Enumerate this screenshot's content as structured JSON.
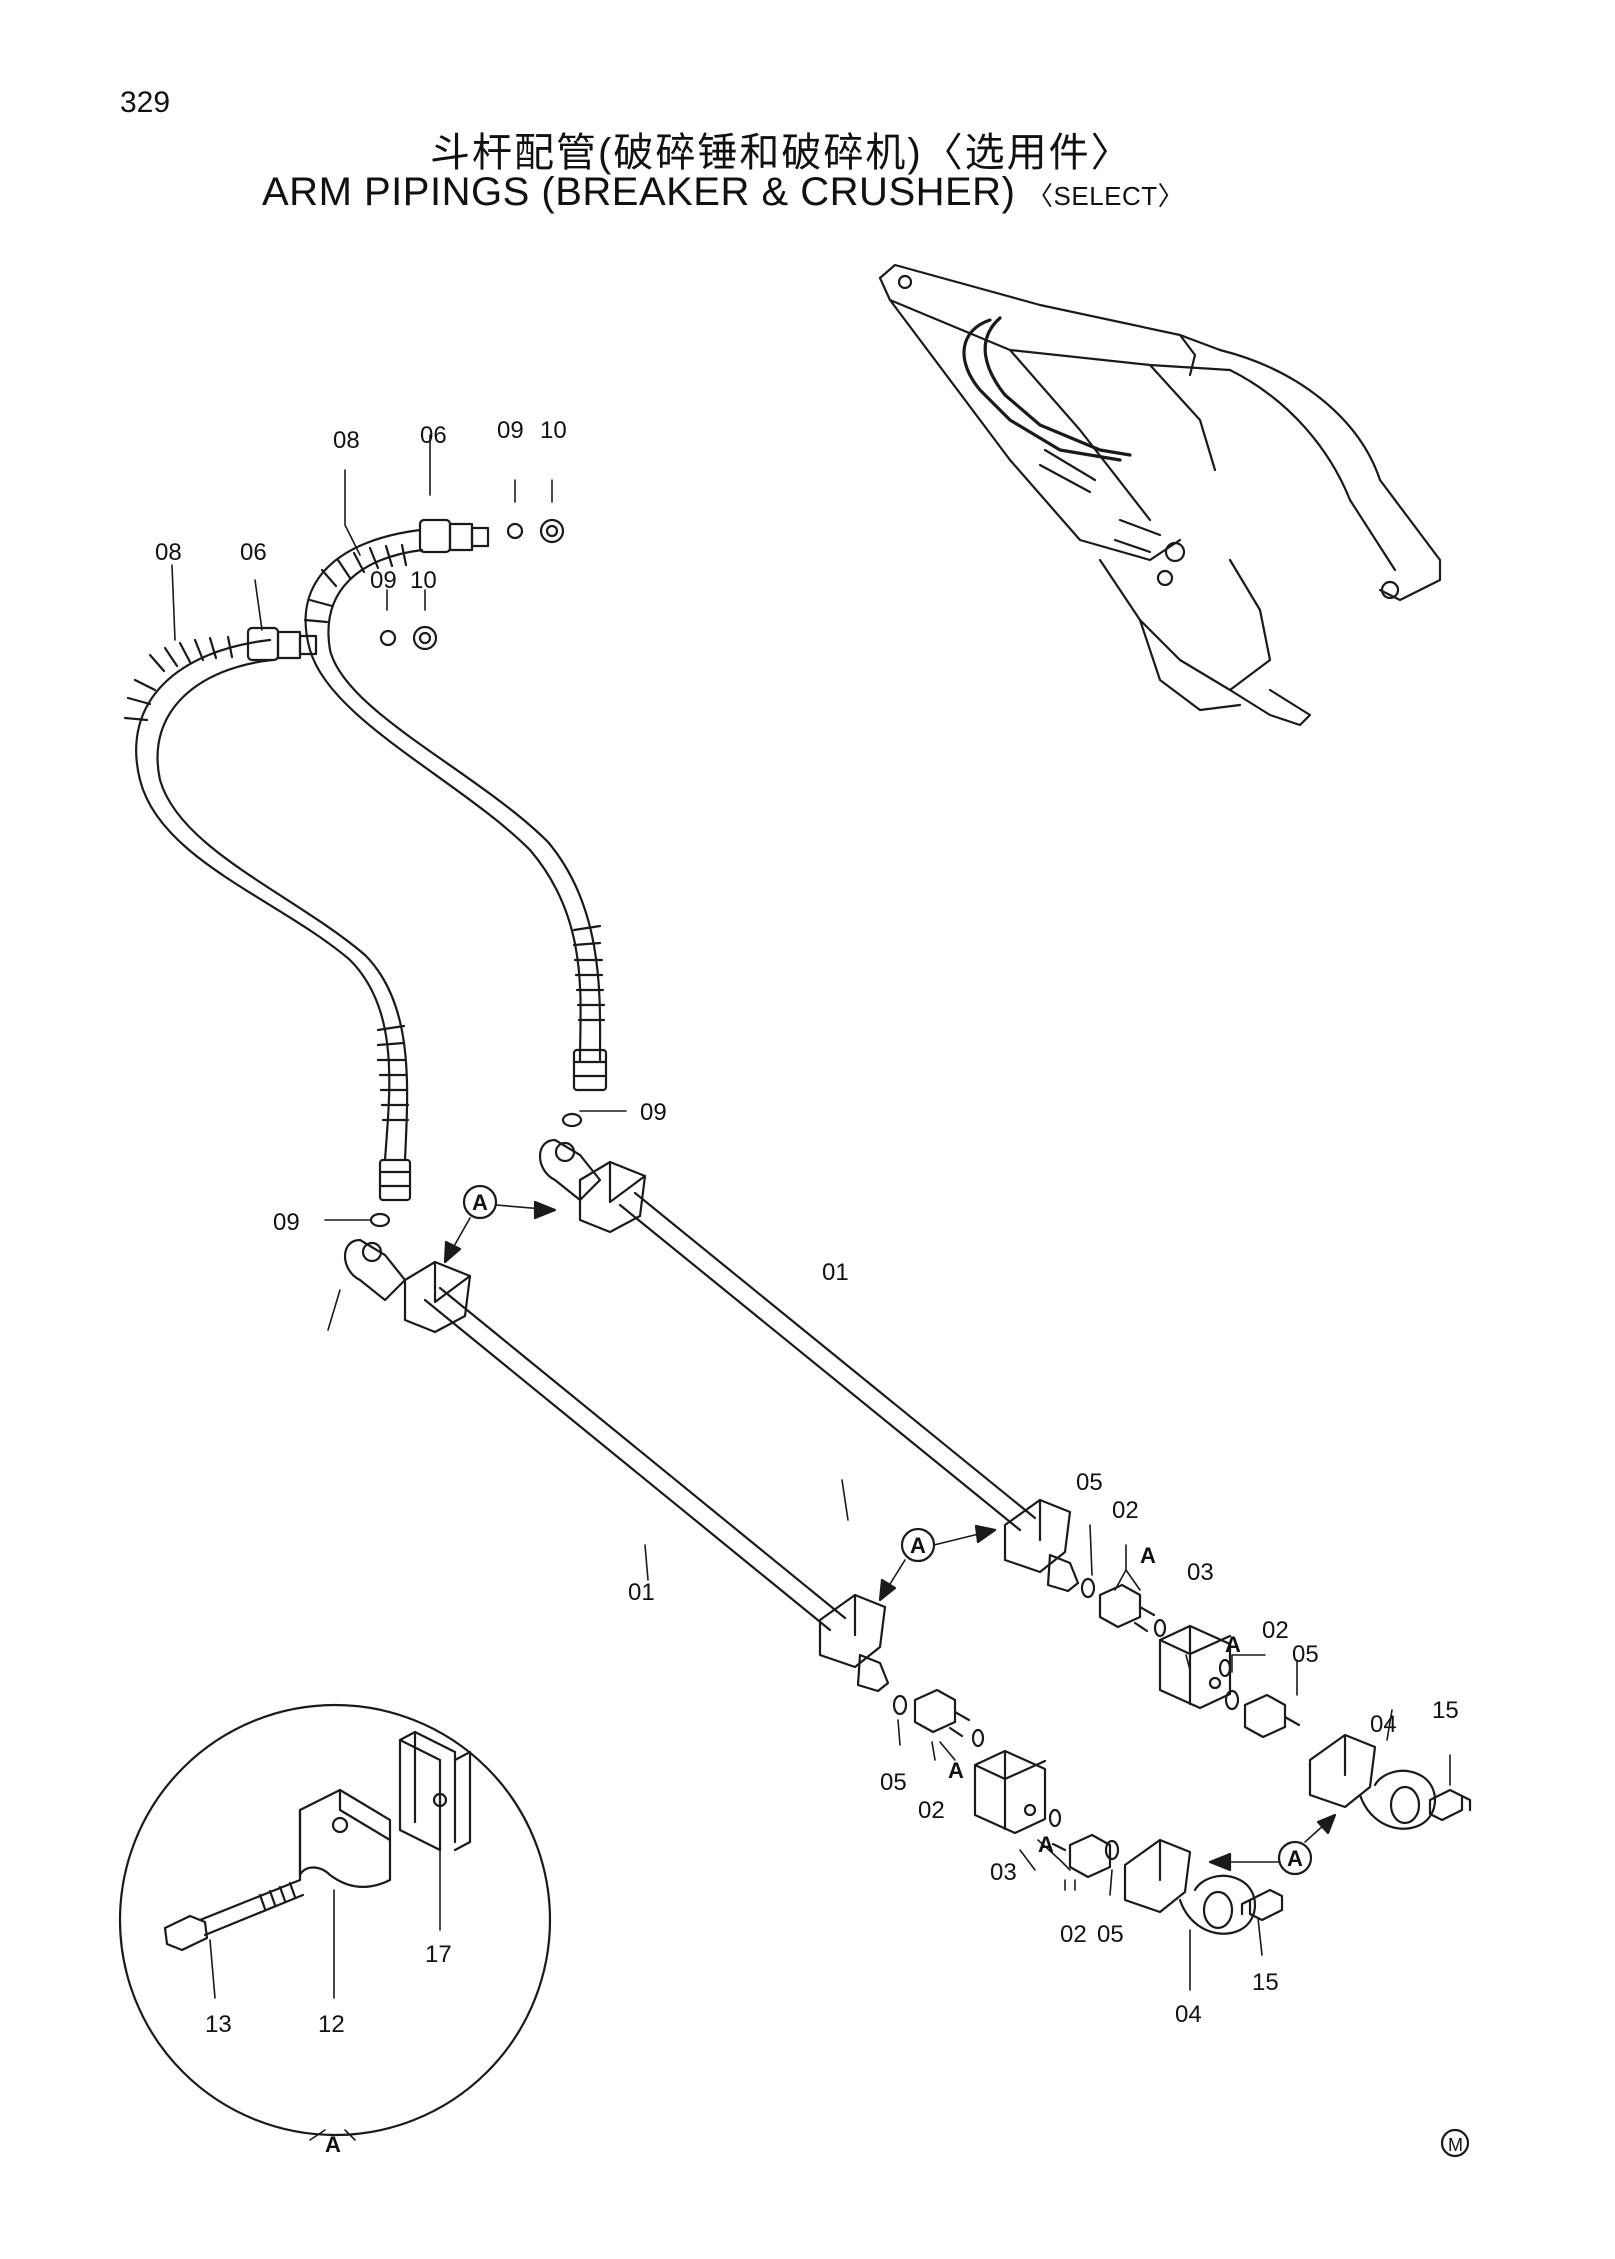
{
  "page": {
    "number": "329",
    "title_cn": "斗杆配管(破碎锤和破碎机)",
    "title_cn_suffix": "〈选用件〉",
    "title_en": "ARM  PIPINGS  (BREAKER & CRUSHER)",
    "title_en_suffix": "〈SELECT〉"
  },
  "callouts": {
    "p01a": "01",
    "p01b": "01",
    "p02a": "02",
    "p02b": "02",
    "p02c": "02",
    "p02d": "02",
    "p03a": "03",
    "p03b": "03",
    "p04a": "04",
    "p04b": "04",
    "p05a": "05",
    "p05b": "05",
    "p05c": "05",
    "p05d": "05",
    "p06a": "06",
    "p06b": "06",
    "p08a": "08",
    "p08b": "08",
    "p09a": "09",
    "p09b": "09",
    "p09c": "09",
    "p09d": "09",
    "p10a": "10",
    "p10b": "10",
    "p12": "12",
    "p13": "13",
    "p15a": "15",
    "p15b": "15",
    "p17": "17"
  },
  "refs": {
    "a": "A",
    "detail": "A"
  },
  "mark": "M",
  "colors": {
    "line": "#1a1a1a",
    "background": "#ffffff"
  }
}
